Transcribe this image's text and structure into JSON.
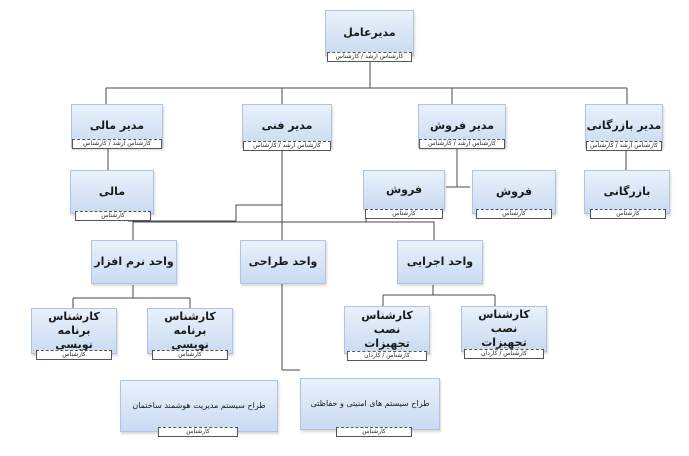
{
  "colors": {
    "box_top": "#e9f1fb",
    "box_bottom": "#c9dbf2",
    "line": "#4a4a4a"
  },
  "nodes": {
    "ceo": {
      "title": "مدیرعامل",
      "sub": "کارشناس ارشد / کارشناس"
    },
    "finance_mgr": {
      "title": "مدیر مالی",
      "sub": "کارشناس ارشد / کارشناس"
    },
    "tech_mgr": {
      "title": "مدیر فنی",
      "sub": "کارشناس ارشد / کارشناس"
    },
    "sales_mgr": {
      "title": "مدیر فروش",
      "sub": "کارشناس ارشد / کارشناس"
    },
    "commerce_mgr": {
      "title": "مدیر بازرگانی",
      "sub": "کارشناس ارشد / کارشناس"
    },
    "finance": {
      "title": "مالی",
      "sub": "کارشناس"
    },
    "sales_1": {
      "title": "فروش",
      "sub": "کارشناس"
    },
    "sales_2": {
      "title": "فروش",
      "sub": "کارشناس"
    },
    "commerce": {
      "title": "بازرگانی",
      "sub": "کارشناس"
    },
    "software_unit": {
      "title": "واحد نرم افزار"
    },
    "design_unit": {
      "title": "واحد طراحی"
    },
    "exec_unit": {
      "title": "واحد اجرایی"
    },
    "programmer_1": {
      "title": "کارشناس برنامه نویسی",
      "sub": "کارشناس"
    },
    "programmer_2": {
      "title": "کارشناس برنامه نویسی",
      "sub": "کارشناس"
    },
    "install_1": {
      "title": "کارشناس نصب تجهیزات",
      "sub": "کارشناس / کاردان"
    },
    "install_2": {
      "title": "کارشناس نصب تجهیزات",
      "sub": "کارشناس / کاردان"
    },
    "designer_mgmt": {
      "title": "طراح سیستم مدیریت هوشمند ساختمان",
      "sub": "کارشناس"
    },
    "designer_security": {
      "title": "طراح سیستم های امنیتی و حفاظتی",
      "sub": "کارشناس"
    }
  }
}
